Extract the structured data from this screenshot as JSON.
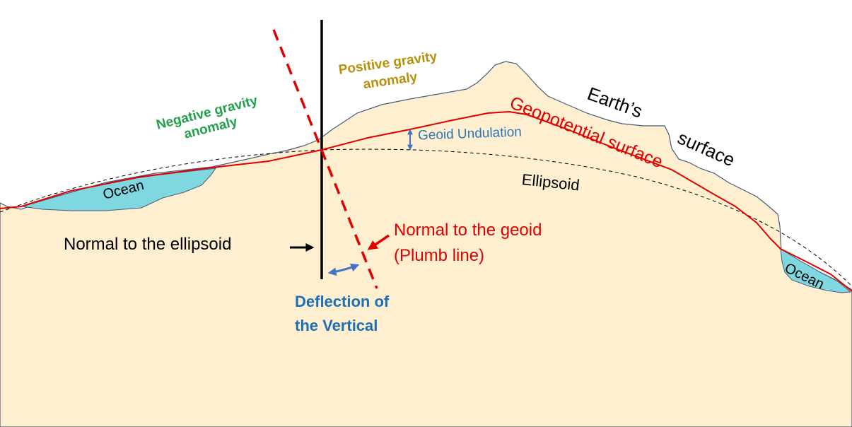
{
  "title": "Geoid, ellipsoid and Earth's surface relationship",
  "labels": {
    "negative_anomaly": [
      "Negative gravity",
      "anomaly"
    ],
    "positive_anomaly": [
      "Positive gravity",
      "anomaly"
    ],
    "geoid_undulation": "Geoid Undulation",
    "earths_surface_line1": "Earth’s",
    "earths_surface_line2": "surface",
    "geopotential_surface": "Geopotential surface",
    "ellipsoid": "Ellipsoid",
    "ocean_left": "Ocean",
    "ocean_right": "Ocean",
    "normal_ellipsoid": "Normal to the ellipsoid",
    "normal_geoid": [
      "Normal to the geoid",
      "(Plumb line)"
    ],
    "deflection": [
      "Deflection of",
      "the Vertical"
    ]
  },
  "colors": {
    "land": "#fdefd0",
    "ocean": "#7fd8e0",
    "geoid": "#e00000",
    "ellipsoid": "#000000",
    "surface_outline": "#4a5a7a",
    "undulation_arrow": "#4472c4",
    "negative_anomaly": "#22a04a",
    "positive_anomaly": "#b8900a",
    "deflection_text": "#1f6fb5"
  }
}
